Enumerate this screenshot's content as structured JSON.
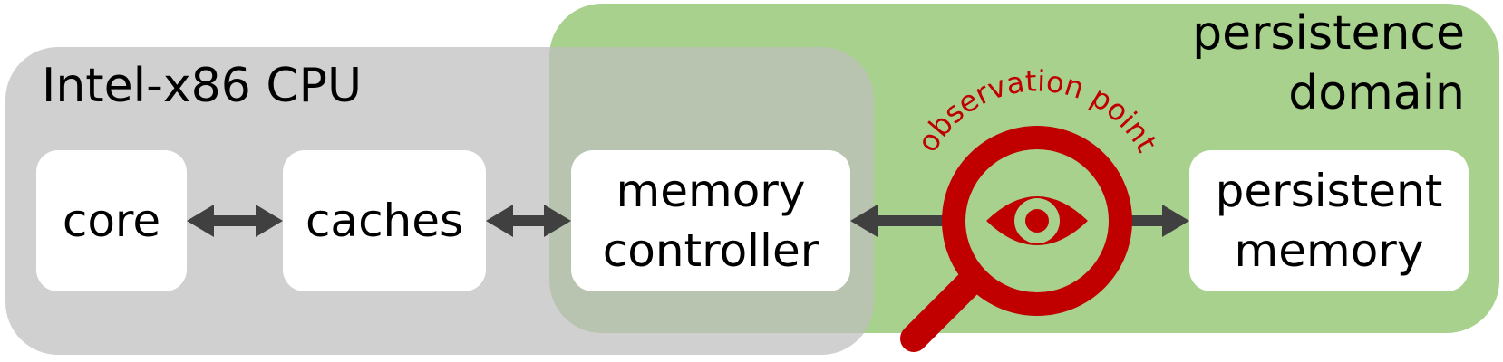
{
  "cpu": {
    "title": "Intel-x86 CPU"
  },
  "persistence": {
    "title_line1": "persistence",
    "title_line2": "domain"
  },
  "boxes": {
    "core": "core",
    "caches": "caches",
    "memory_controller": {
      "line1": "memory",
      "line2": "controller"
    },
    "persistent_memory": {
      "line1": "persistent",
      "line2": "memory"
    }
  },
  "observation": {
    "label": "observation point"
  },
  "colors": {
    "cpu_region": "#bebebe",
    "persistence_region": "#a9d18e",
    "arrow": "#404040",
    "magnifier": "#c00000",
    "box": "#ffffff"
  }
}
